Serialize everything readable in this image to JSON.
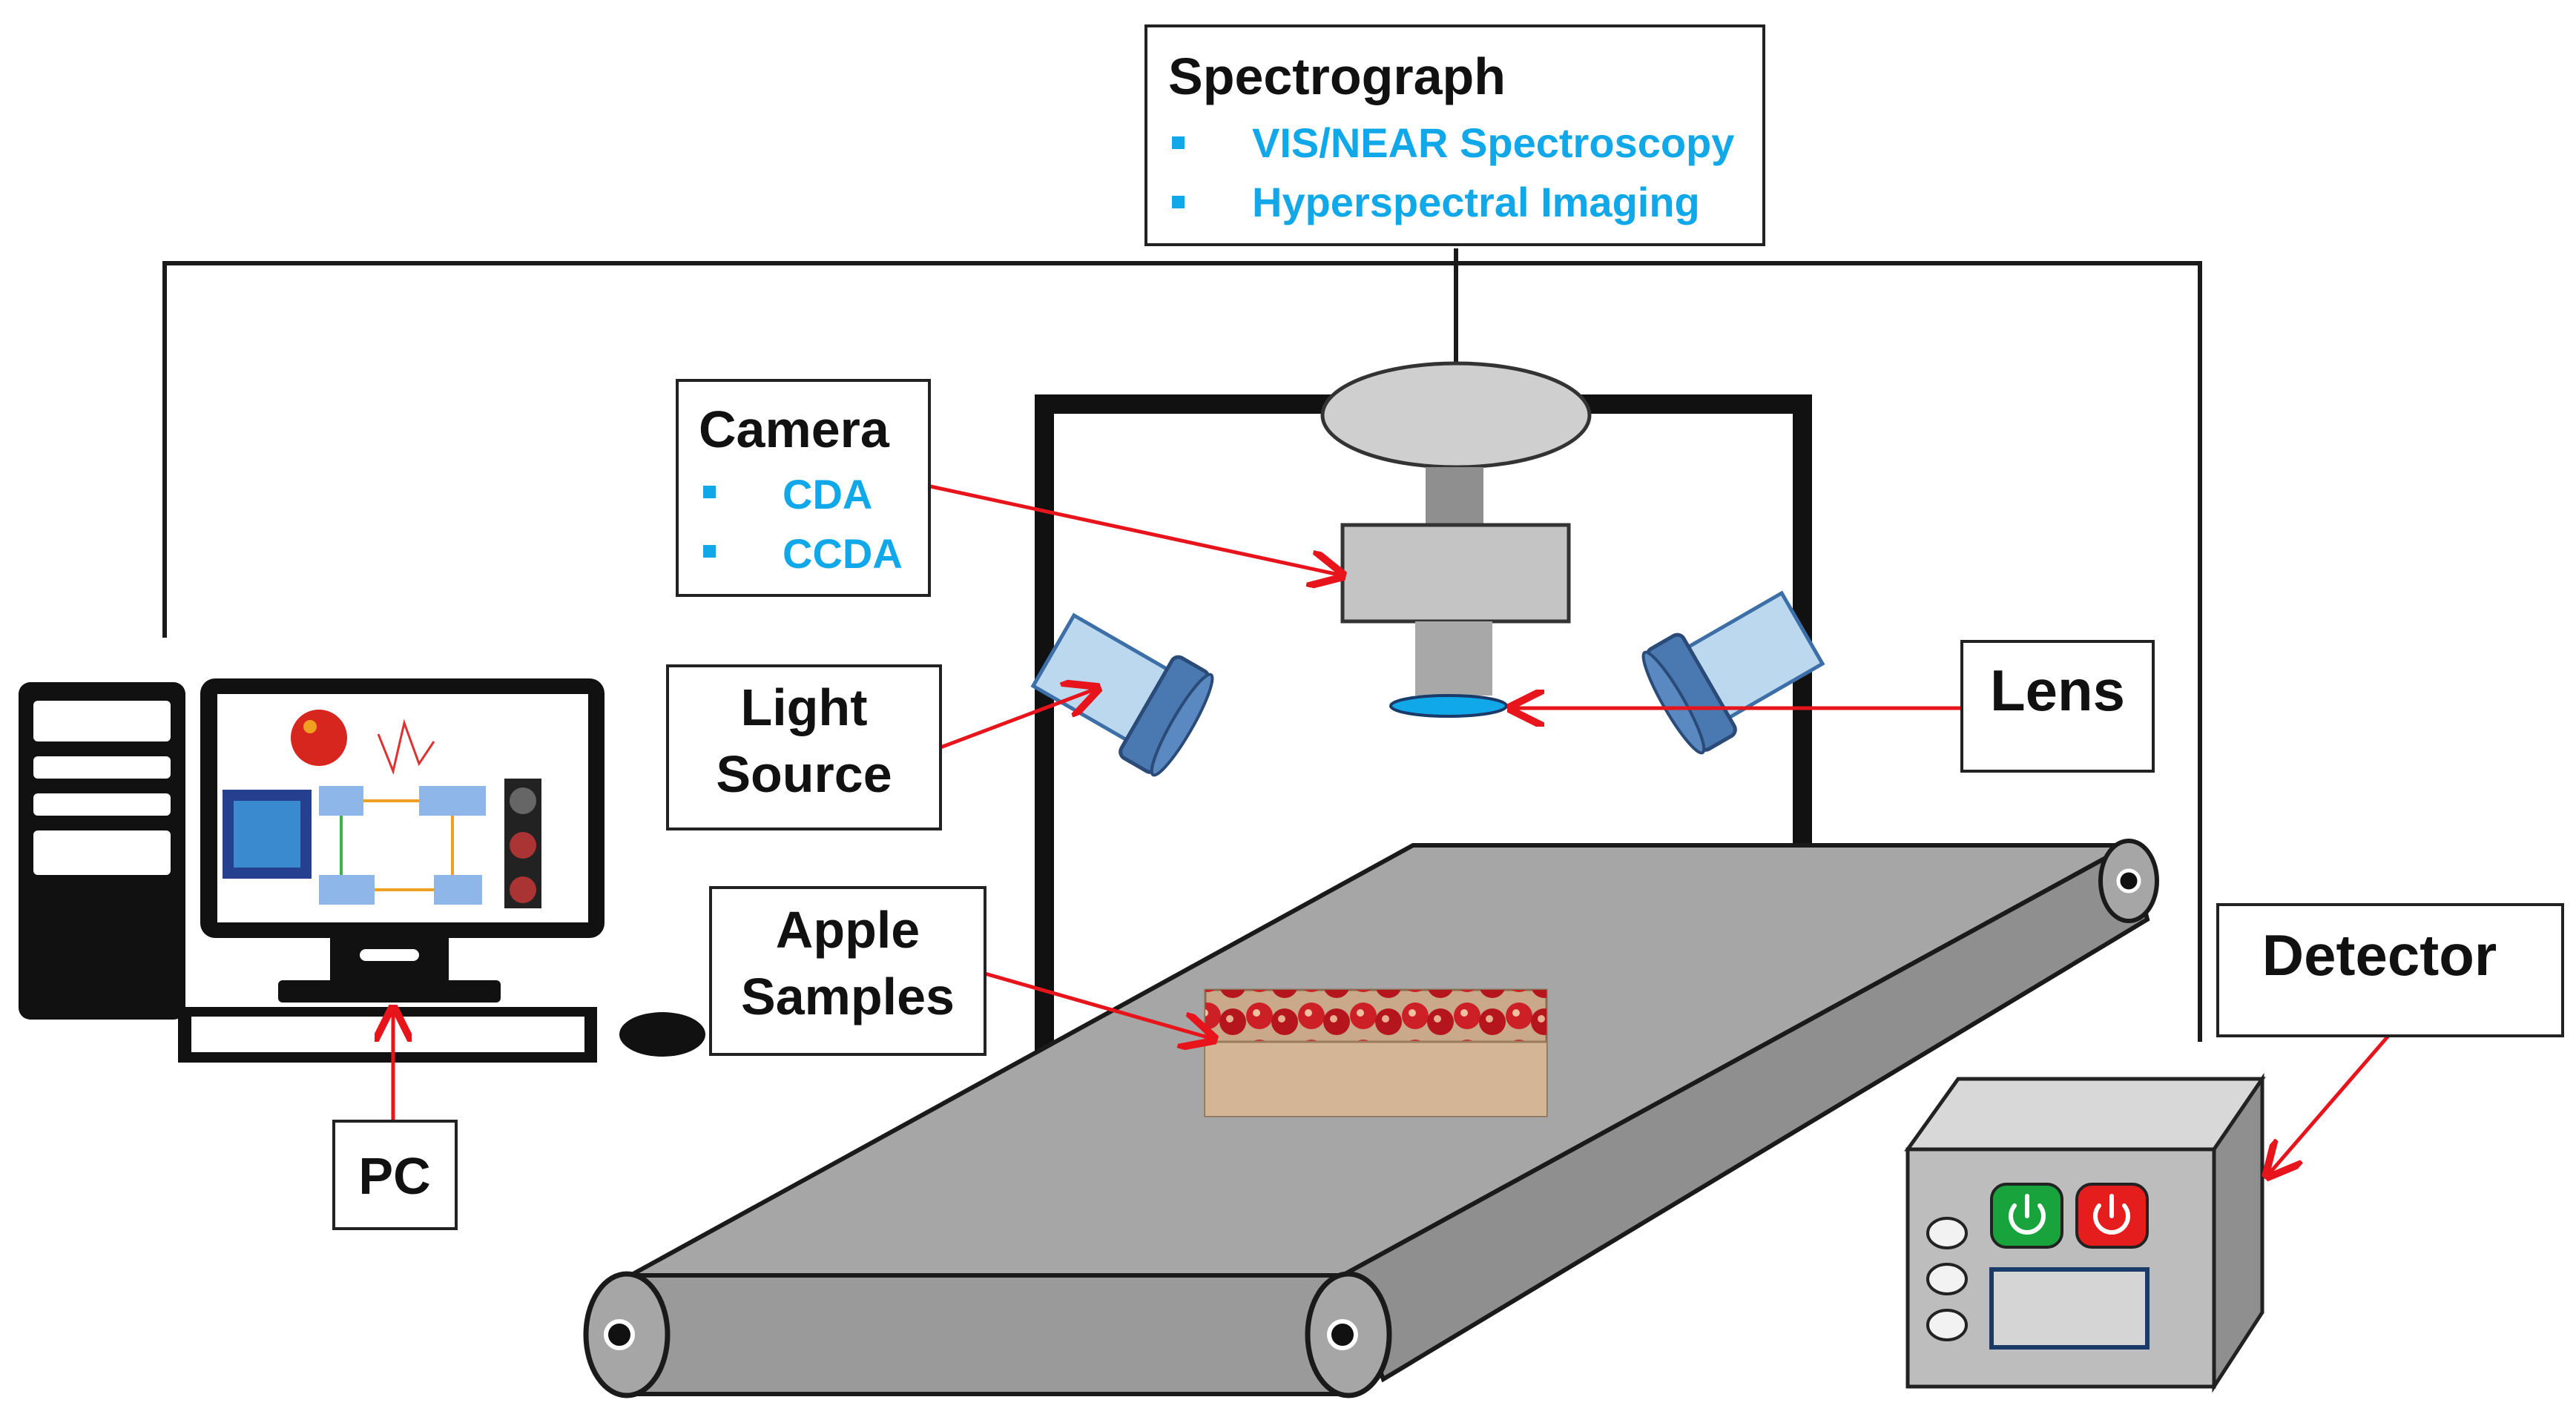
{
  "spectrograph": {
    "title": "Spectrograph",
    "items": [
      "VIS/NEAR Spectroscopy",
      "Hyperspectral Imaging"
    ]
  },
  "camera": {
    "title": "Camera",
    "items": [
      "CDA",
      "CCDA"
    ]
  },
  "labels": {
    "lens": "Lens",
    "light_source_line1": "Light",
    "light_source_line2": "Source",
    "apple_line1": "Apple",
    "apple_line2": "Samples",
    "detector": "Detector",
    "pc": "PC"
  },
  "colors": {
    "accent_blue": "#10a8e8",
    "arrow_red": "#e8141c",
    "lamp_blue": "#4a78b0",
    "belt_gray": "#a6a6a6",
    "body_gray": "#bdbdbd",
    "power_on": "#19a33c",
    "power_off": "#e51d1d"
  },
  "icons": {
    "bullet": "square-bullet-icon",
    "power": "power-icon"
  }
}
